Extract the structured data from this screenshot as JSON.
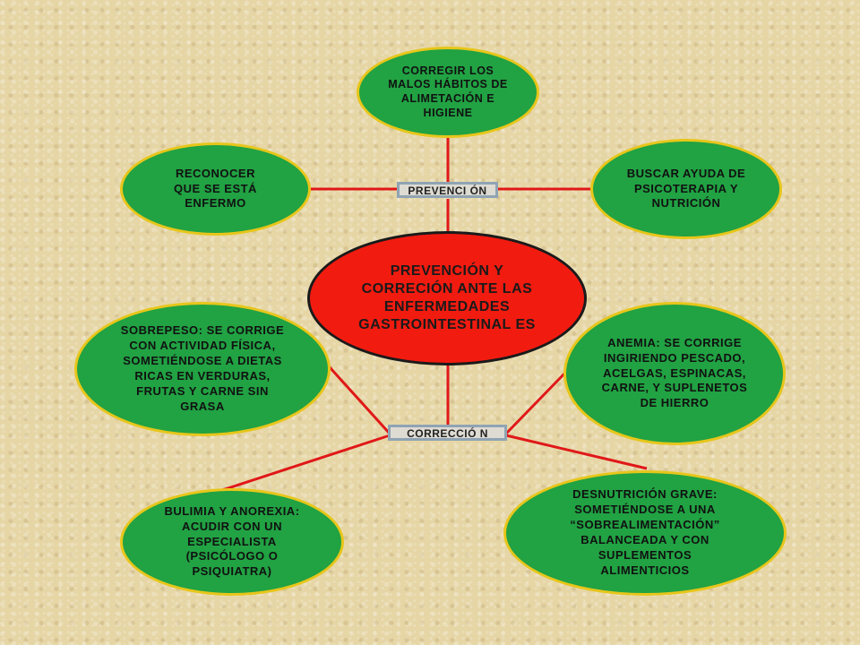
{
  "center": {
    "label": "PREVENCIÓN Y CORRECIÓN ANTE LAS ENFERMEDADES GASTROINTESTINAL ES"
  },
  "hubs": {
    "prevention": "PREVENCI ÓN",
    "correction": "CORRECCIÓ N"
  },
  "nodes": {
    "corregir_habitos": "CORREGIR LOS MALOS HÁBITOS DE ALIMETACIÓN E HIGIENE",
    "reconocer_enfermo": "RECONOCER QUE SE ESTÁ ENFERMO",
    "buscar_ayuda": "BUSCAR AYUDA DE PSICOTERAPIA Y NUTRICIÓN",
    "sobrepeso": "SOBREPESO: SE CORRIGE CON ACTIVIDAD FÍSICA, SOMETIÉNDOSE A DIETAS RICAS EN VERDURAS, FRUTAS Y CARNE SIN GRASA",
    "anemia": "ANEMIA: SE CORRIGE INGIRIENDO PESCADO, ACELGAS, ESPINACAS, CARNE, Y SUPLENETOS DE HIERRO",
    "bulimia": "BULIMIA Y ANOREXIA: ACUDIR CON UN ESPECIALISTA (PSICÓLOGO O PSIQUIATRA)",
    "desnutricion": "DESNUTRICIÓN GRAVE: SOMETIÉNDOSE A UNA “SOBREALIMENTACIÓN” BALANCEADA Y CON SUPLEMENTOS ALIMENTICIOS"
  },
  "colors": {
    "background": "#e6d6a6",
    "node_fill": "#21a243",
    "node_border": "#e7c61a",
    "center_fill": "#f21b10",
    "connector": "#e01818",
    "hub_fill": "#dedbd3",
    "hub_border": "#8fa4b4"
  }
}
